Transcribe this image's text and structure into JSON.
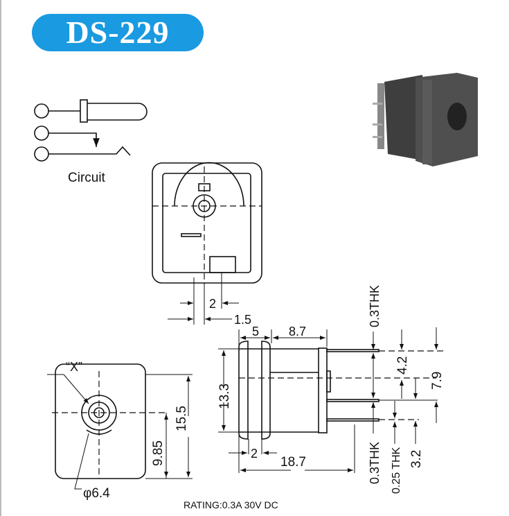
{
  "title": "DS-229",
  "circuit_label": "Circuit",
  "front_view": {
    "dim_a": "2",
    "dim_b": "1.5"
  },
  "end_view": {
    "marker": "“X”",
    "dim_height_center": "9.85",
    "dim_height": "15.5",
    "hole_diameter": "φ6.4"
  },
  "side_view": {
    "dim_flange": "5",
    "dim_body": "8.7",
    "dim_height": "13.3",
    "dim_flange_gap": "2",
    "dim_length": "18.7",
    "pin_top_thk": "0.3THK",
    "dim_pin_spacing": "4.2",
    "dim_pin_total": "7.9",
    "pin_mid_thk": "0.3THK",
    "pin_bottom_thk": "0.25 THK",
    "dim_pin_bottom": "3.2"
  },
  "rating": "RATING:0.3A 30V DC",
  "colors": {
    "badge": "#1a9ae0",
    "photo": "#4a4a4a"
  }
}
